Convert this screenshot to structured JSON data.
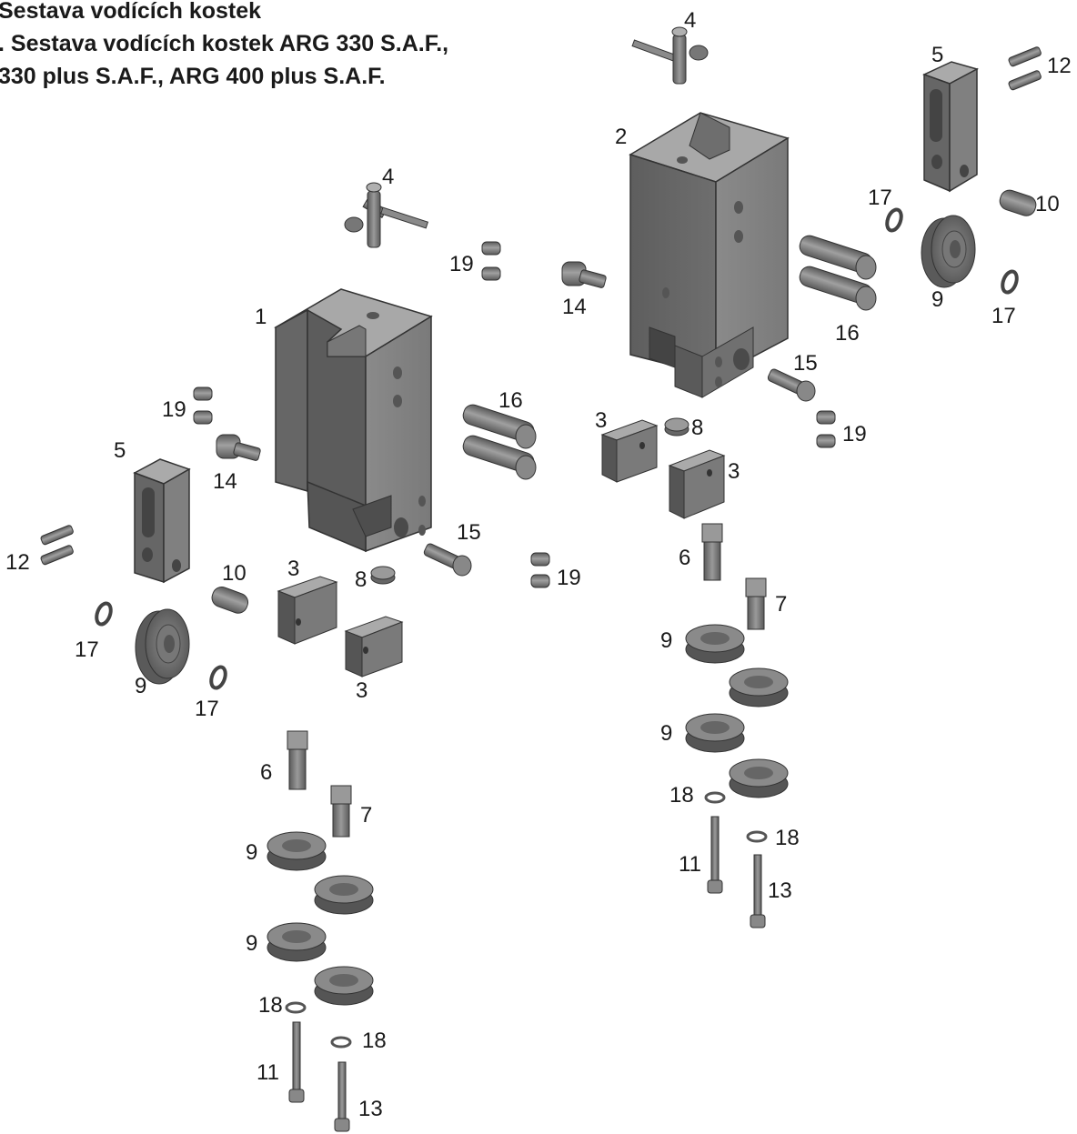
{
  "header": {
    "line1": "Sestava vodících kostek",
    "line2": ". Sestava vodících kostek ARG 330 S.A.F.,",
    "line3": "330 plus S.A.F., ARG 400 plus S.A.F."
  },
  "callouts": {
    "c1": "1",
    "c2": "2",
    "c3a": "3",
    "c3b": "3",
    "c3c": "3",
    "c3d": "3",
    "c4a": "4",
    "c4b": "4",
    "c5a": "5",
    "c5b": "5",
    "c6a": "6",
    "c6b": "6",
    "c7a": "7",
    "c7b": "7",
    "c8a": "8",
    "c8b": "8",
    "c9a": "9",
    "c9b": "9",
    "c9c": "9",
    "c9d": "9",
    "c9e": "9",
    "c9f": "9",
    "c10a": "10",
    "c10b": "10",
    "c11a": "11",
    "c11b": "11",
    "c12a": "12",
    "c12b": "12",
    "c13a": "13",
    "c13b": "13",
    "c14a": "14",
    "c14b": "14",
    "c15a": "15",
    "c15b": "15",
    "c16a": "16",
    "c16b": "16",
    "c17a": "17",
    "c17b": "17",
    "c17c": "17",
    "c17d": "17",
    "c18a": "18",
    "c18b": "18",
    "c18c": "18",
    "c18d": "18",
    "c19a": "19",
    "c19b": "19",
    "c19c": "19",
    "c19d": "19"
  }
}
